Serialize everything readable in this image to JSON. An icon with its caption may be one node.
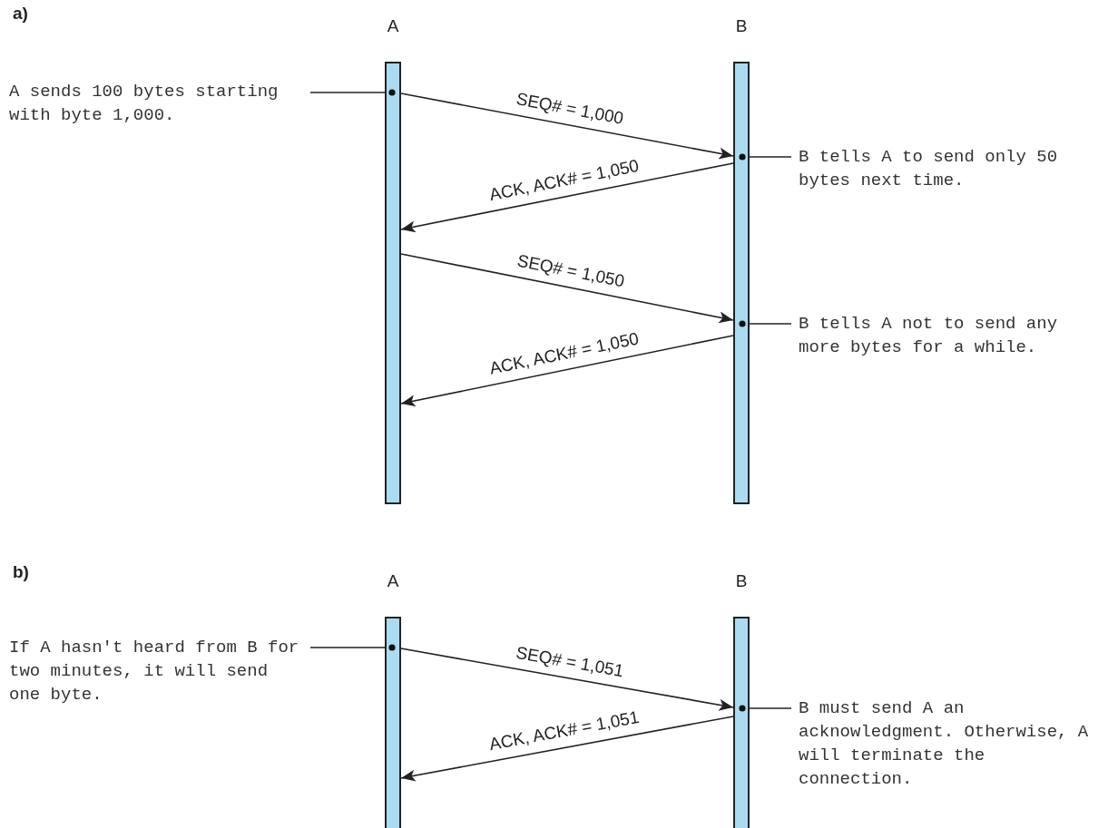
{
  "diagram": {
    "nodes": [
      {
        "text": [
          "A"
        ]
      },
      {
        "text": [
          "B"
        ]
      },
      {
        "text": [
          "A sends 100 bytes starting with byte 1,000."
        ]
      },
      {
        "text": [
          "B tells A to send only 50 bytes next time."
        ]
      },
      {
        "text": [
          "B tells A not to send any more bytes for a while."
        ]
      },
      {
        "text": [
          "A"
        ]
      },
      {
        "text": [
          "B"
        ]
      },
      {
        "text": [
          "If A hasn't heard from B for two minutes, it will send one byte."
        ]
      },
      {
        "text": [
          "B must send A an acknowledgment. Otherwise, A will terminate the connection."
        ]
      }
    ],
    "edges": [
      {
        "from": 2,
        "to": 0,
        "arrow": "other"
      },
      {
        "from": 0,
        "to": 1,
        "arrow": "to",
        "label": "SEQ# = 1,000"
      },
      {
        "from": 3,
        "to": 1,
        "arrow": "other"
      },
      {
        "from": 1,
        "to": 0,
        "arrow": "to",
        "label": "ACK, ACK# = 1,050"
      },
      {
        "from": 0,
        "to": 1,
        "arrow": "to",
        "label": "SEQ# = 1,050"
      },
      {
        "from": 4,
        "to": 1,
        "arrow": "other"
      },
      {
        "from": 1,
        "to": 0,
        "arrow": "to",
        "label": "ACK, ACK# = 1,050"
      },
      {
        "from": 7,
        "to": 5,
        "arrow": "other"
      },
      {
        "from": 5,
        "to": 6,
        "arrow": "to",
        "label": "SEQ# = 1,051"
      },
      {
        "from": 8,
        "to": 6,
        "arrow": "other"
      },
      {
        "from": 6,
        "to": 5,
        "arrow": "to",
        "label": "ACK, ACK# = 1,051"
      }
    ],
    "labels": [
      "a)",
      "b)"
    ]
  }
}
